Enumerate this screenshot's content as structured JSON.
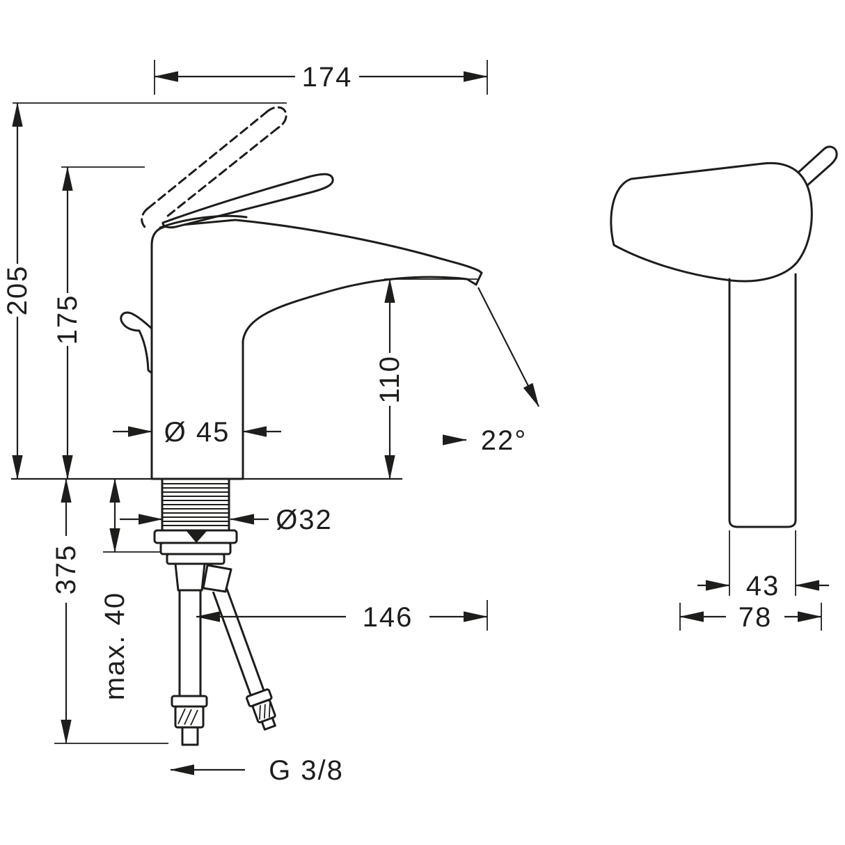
{
  "page": {
    "background": "#ffffff",
    "line_color": "#1d1d1b",
    "description": "Technical dimension drawing of a single-lever basin mixer faucet, front and side views"
  },
  "front_view": {
    "dim_overall_width": "174",
    "dim_overall_height": "205",
    "dim_handle_height": "175",
    "dim_outlet_height": "110",
    "dim_base_diameter": "Ø 45",
    "dim_shank_diameter": "Ø32",
    "dim_below_deck": "375",
    "dim_max_deck": "max. 40",
    "dim_reach": "146",
    "dim_angle": "22°",
    "dim_thread": "G 3/8"
  },
  "side_view": {
    "dim_body_depth": "43",
    "dim_total_depth": "78"
  }
}
